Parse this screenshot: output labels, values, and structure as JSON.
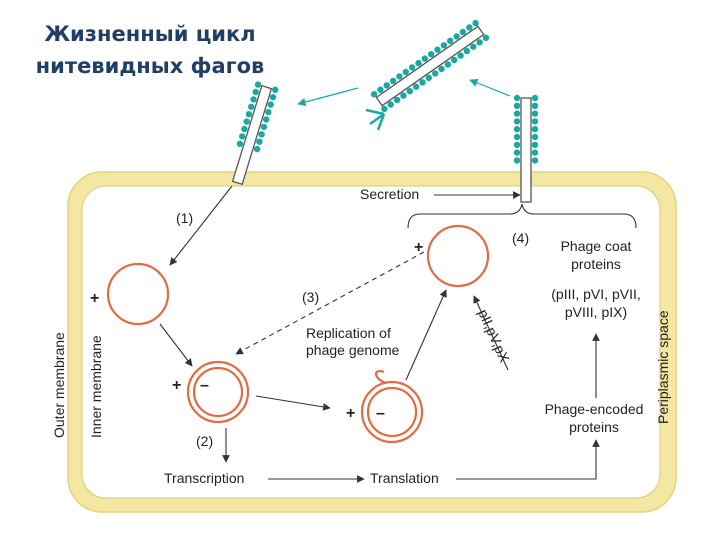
{
  "title_line1": "Жизненный цикл",
  "title_line2": "нитевидных фагов",
  "colors": {
    "title": "#1f3f66",
    "cell_fill": "#fffbe8",
    "cell_border": "#f3e7a3",
    "membrane": "#e06b45",
    "phage_dot": "#1aa8a2",
    "arrow": "#333333"
  },
  "labels": {
    "secretion": "Secretion",
    "step1": "(1)",
    "step2": "(2)",
    "step3": "(3)",
    "step4": "(4)",
    "plus": "+",
    "minus": "–",
    "replication_l1": "Replication of",
    "replication_l2": "phage genome",
    "proteins_rot": "pII,pV,pX",
    "coat_l1": "Phage coat",
    "coat_l2": "proteins",
    "coat_l3": "(pIII, pVI, pVII,",
    "coat_l4": "pVIII, pIX)",
    "encoded_l1": "Phage-encoded",
    "encoded_l2": "proteins",
    "transcription": "Transcription",
    "translation": "Translation",
    "outer_membrane": "Outer membrane",
    "inner_membrane": "Inner membrane",
    "periplasmic_space": "Periplasmic space"
  }
}
